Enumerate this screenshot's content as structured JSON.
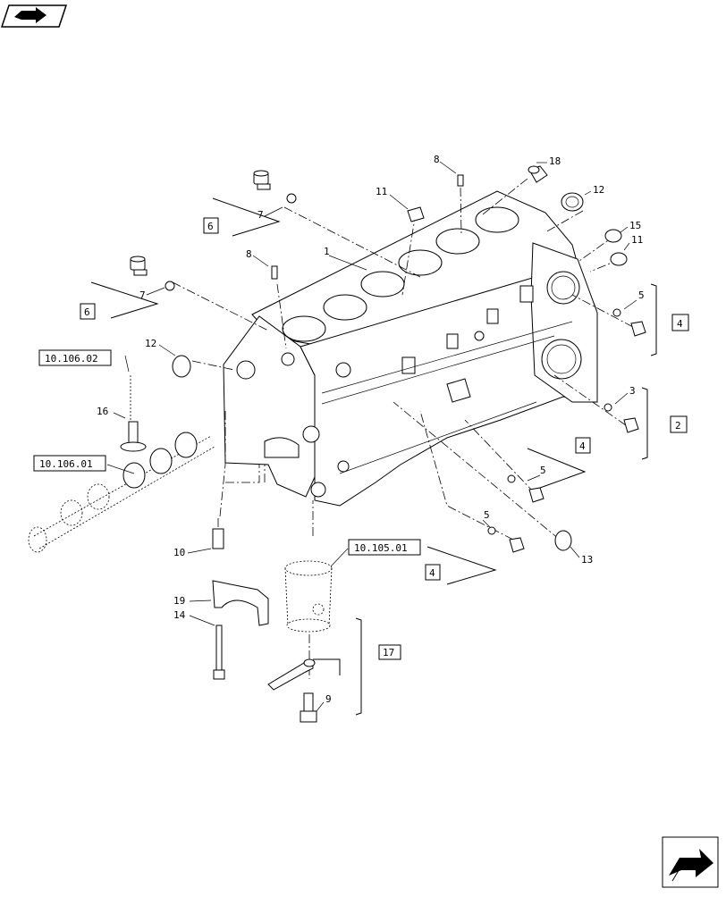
{
  "callouts": {
    "c1": "1",
    "c3": "3",
    "c5a": "5",
    "c5b": "5",
    "c5c": "5",
    "c7a": "7",
    "c7b": "7",
    "c8a": "8",
    "c8b": "8",
    "c9": "9",
    "c10": "10",
    "c11a": "11",
    "c11b": "11",
    "c12a": "12",
    "c12b": "12",
    "c13": "13",
    "c14": "14",
    "c15": "15",
    "c16": "16",
    "c18": "18",
    "c19": "19"
  },
  "boxes": {
    "b6a": "6",
    "b6b": "6",
    "b4a": "4",
    "b4b": "4",
    "b4c": "4",
    "b2": "2",
    "b17": "17"
  },
  "references": {
    "r106_02": "10.106.02",
    "r106_01": "10.106.01",
    "r105_01": "10.105.01"
  },
  "icons": {
    "top_left": "book-arrow-icon",
    "bottom_right": "next-page-arrow-icon"
  }
}
